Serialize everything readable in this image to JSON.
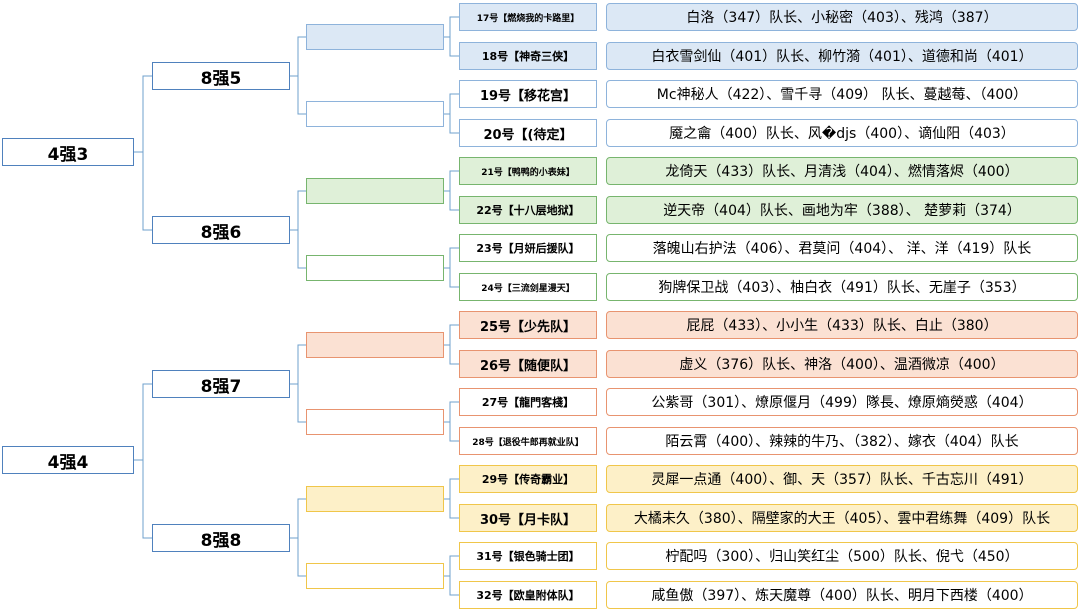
{
  "semis": [
    "4强3",
    "4强4"
  ],
  "quarters": [
    "8强5",
    "8强6",
    "8强7",
    "8强8"
  ],
  "teams": [
    {
      "label": "17号【燃烧我的卡路里】",
      "members": "白洛（347）队长、小秘密（403）、残鸿（387）",
      "color": "#8eb3db",
      "fill": "#dce8f5"
    },
    {
      "label": "18号【神奇三侠】",
      "members": "白衣雪剑仙（401）队长、柳竹漪（401）、道德和尚（401）",
      "color": "#8eb3db",
      "fill": "#dce8f5"
    },
    {
      "label": "19号【移花宫】",
      "members": "Mc神秘人（422）、雪千寻（409） 队长、蔓越莓、（400）",
      "color": "#8eb3db",
      "fill": "#ffffff"
    },
    {
      "label": "20号【(待定】",
      "members": "魇之龠（400）队长、风�djs（400）、谪仙阳（403）",
      "color": "#8eb3db",
      "fill": "#ffffff"
    },
    {
      "label": "21号【鸭鸭的小表妹】",
      "members": "龙倚天（433）队长、月清浅（404）、燃情落烬（400）",
      "color": "#77b56e",
      "fill": "#dff0d8"
    },
    {
      "label": "22号【十八层地狱】",
      "members": "逆天帝（404）队长、画地为牢（388）、 楚萝莉（374）",
      "color": "#77b56e",
      "fill": "#dff0d8"
    },
    {
      "label": "23号【月妍后援队】",
      "members": "落魄山右护法（406）、君莫问（404）、 洋、洋（419）队长",
      "color": "#77b56e",
      "fill": "#ffffff"
    },
    {
      "label": "24号【三流剑星漫天】",
      "members": "狗牌保卫战（403）、柚白衣（491）队长、无崖子（353）",
      "color": "#77b56e",
      "fill": "#ffffff"
    },
    {
      "label": "25号【少先队】",
      "members": "屁屁（433）、小小生（433）队长、白止（380）",
      "color": "#e89470",
      "fill": "#fbe1d3"
    },
    {
      "label": "26号【随便队】",
      "members": "虚义（376）队长、神洛（400）、温酒微凉（400）",
      "color": "#e89470",
      "fill": "#fbe1d3"
    },
    {
      "label": "27号【龍門客棧】",
      "members": "公紫哥（301）、燎原偃月（499）隊長、燎原熵熒惑（404）",
      "color": "#e89470",
      "fill": "#ffffff"
    },
    {
      "label": "28号【退役牛郎再就业队】",
      "members": "陌云霄（400）、辣辣的牛乃、（382）、嫁衣（404）队长",
      "color": "#e89470",
      "fill": "#ffffff"
    },
    {
      "label": "29号【传奇霸业】",
      "members": "灵犀一点通（400）、御、天（357）队长、千古忘川（491）",
      "color": "#f0c64a",
      "fill": "#fdf0c8"
    },
    {
      "label": "30号【月卡队】",
      "members": "大橘未久（380）、隔壁家的大王（405）、雲中君练舞（409）队长",
      "color": "#f0c64a",
      "fill": "#fdf0c8"
    },
    {
      "label": "31号【银色骑士团】",
      "members": "柠配吗（300）、归山笑红尘（500）队长、倪弋（450）",
      "color": "#f0c64a",
      "fill": "#ffffff"
    },
    {
      "label": "32号【欧皇附体队】",
      "members": "咸鱼傲（397）、炼天魔尊（400）队长、明月下西楼（400）",
      "color": "#f0c64a",
      "fill": "#ffffff"
    }
  ],
  "slot_colors": [
    {
      "color": "#8eb3db",
      "fill": "#dce8f5"
    },
    {
      "color": "#8eb3db",
      "fill": "#ffffff"
    },
    {
      "color": "#77b56e",
      "fill": "#dff0d8"
    },
    {
      "color": "#77b56e",
      "fill": "#ffffff"
    },
    {
      "color": "#e89470",
      "fill": "#fbe1d3"
    },
    {
      "color": "#e89470",
      "fill": "#ffffff"
    },
    {
      "color": "#f0c64a",
      "fill": "#fdf0c8"
    },
    {
      "color": "#f0c64a",
      "fill": "#ffffff"
    }
  ],
  "line_color": "#6fa0cc"
}
